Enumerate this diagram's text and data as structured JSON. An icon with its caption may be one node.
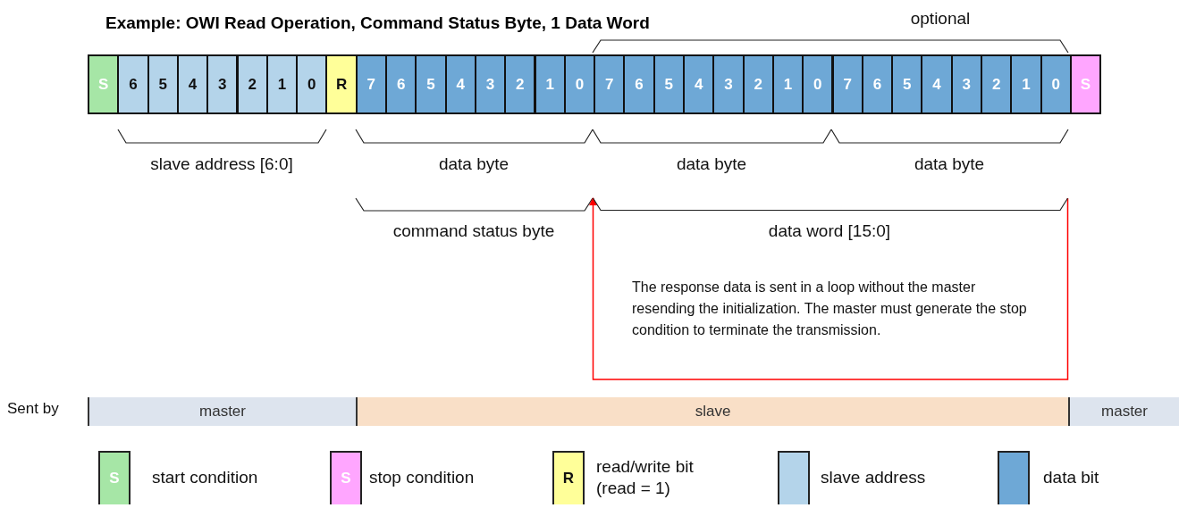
{
  "diagram": {
    "title": "Example: OWI Read Operation, Command Status Byte, 1 Data Word",
    "nodes": [
      {
        "text": [
          "S"
        ]
      },
      {
        "text": [
          "6"
        ]
      },
      {
        "text": [
          "5"
        ]
      },
      {
        "text": [
          "4"
        ]
      },
      {
        "text": [
          "3"
        ]
      },
      {
        "text": [
          "2"
        ]
      },
      {
        "text": [
          "1"
        ]
      },
      {
        "text": [
          "0"
        ]
      },
      {
        "text": [
          "R"
        ]
      },
      {
        "text": [
          "7"
        ]
      },
      {
        "text": [
          "6"
        ]
      },
      {
        "text": [
          "5"
        ]
      },
      {
        "text": [
          "4"
        ]
      },
      {
        "text": [
          "3"
        ]
      },
      {
        "text": [
          "2"
        ]
      },
      {
        "text": [
          "1"
        ]
      },
      {
        "text": [
          "0"
        ]
      },
      {
        "text": [
          "7"
        ]
      },
      {
        "text": [
          "6"
        ]
      },
      {
        "text": [
          "5"
        ]
      },
      {
        "text": [
          "4"
        ]
      },
      {
        "text": [
          "3"
        ]
      },
      {
        "text": [
          "2"
        ]
      },
      {
        "text": [
          "1"
        ]
      },
      {
        "text": [
          "0"
        ]
      },
      {
        "text": [
          "7"
        ]
      },
      {
        "text": [
          "6"
        ]
      },
      {
        "text": [
          "5"
        ]
      },
      {
        "text": [
          "4"
        ]
      },
      {
        "text": [
          "3"
        ]
      },
      {
        "text": [
          "2"
        ]
      },
      {
        "text": [
          "1"
        ]
      },
      {
        "text": [
          "0"
        ]
      },
      {
        "text": [
          "S"
        ]
      },
      {
        "text": [
          "master"
        ]
      },
      {
        "text": [
          "slave"
        ]
      },
      {
        "text": [
          "master"
        ]
      },
      {
        "text": [],
        "shape": "bracket"
      }
    ],
    "edges": [
      {
        "from": 37,
        "to": 37,
        "arrow": "to",
        "color": "#ff0000"
      }
    ],
    "labels": [
      "optional",
      "slave address [6:0]",
      "data byte",
      "data byte",
      "data byte",
      "command status byte",
      "data word [15:0]",
      "The response data is sent in a loop without the master resending the initialization. The master must generate the stop condition to terminate the transmission.",
      "Sent by",
      "S",
      "S",
      "R"
    ],
    "legend": [
      {
        "text": "start condition",
        "color": "#a6e6a6"
      },
      {
        "text": "stop condition",
        "color": "#ffa6ff"
      },
      {
        "text": "read/write bit (read = 1)",
        "color": "#ffff99"
      },
      {
        "text": "slave address",
        "color": "#b4d4ea"
      },
      {
        "text": "data bit",
        "color": "#6ea8d6"
      }
    ]
  }
}
